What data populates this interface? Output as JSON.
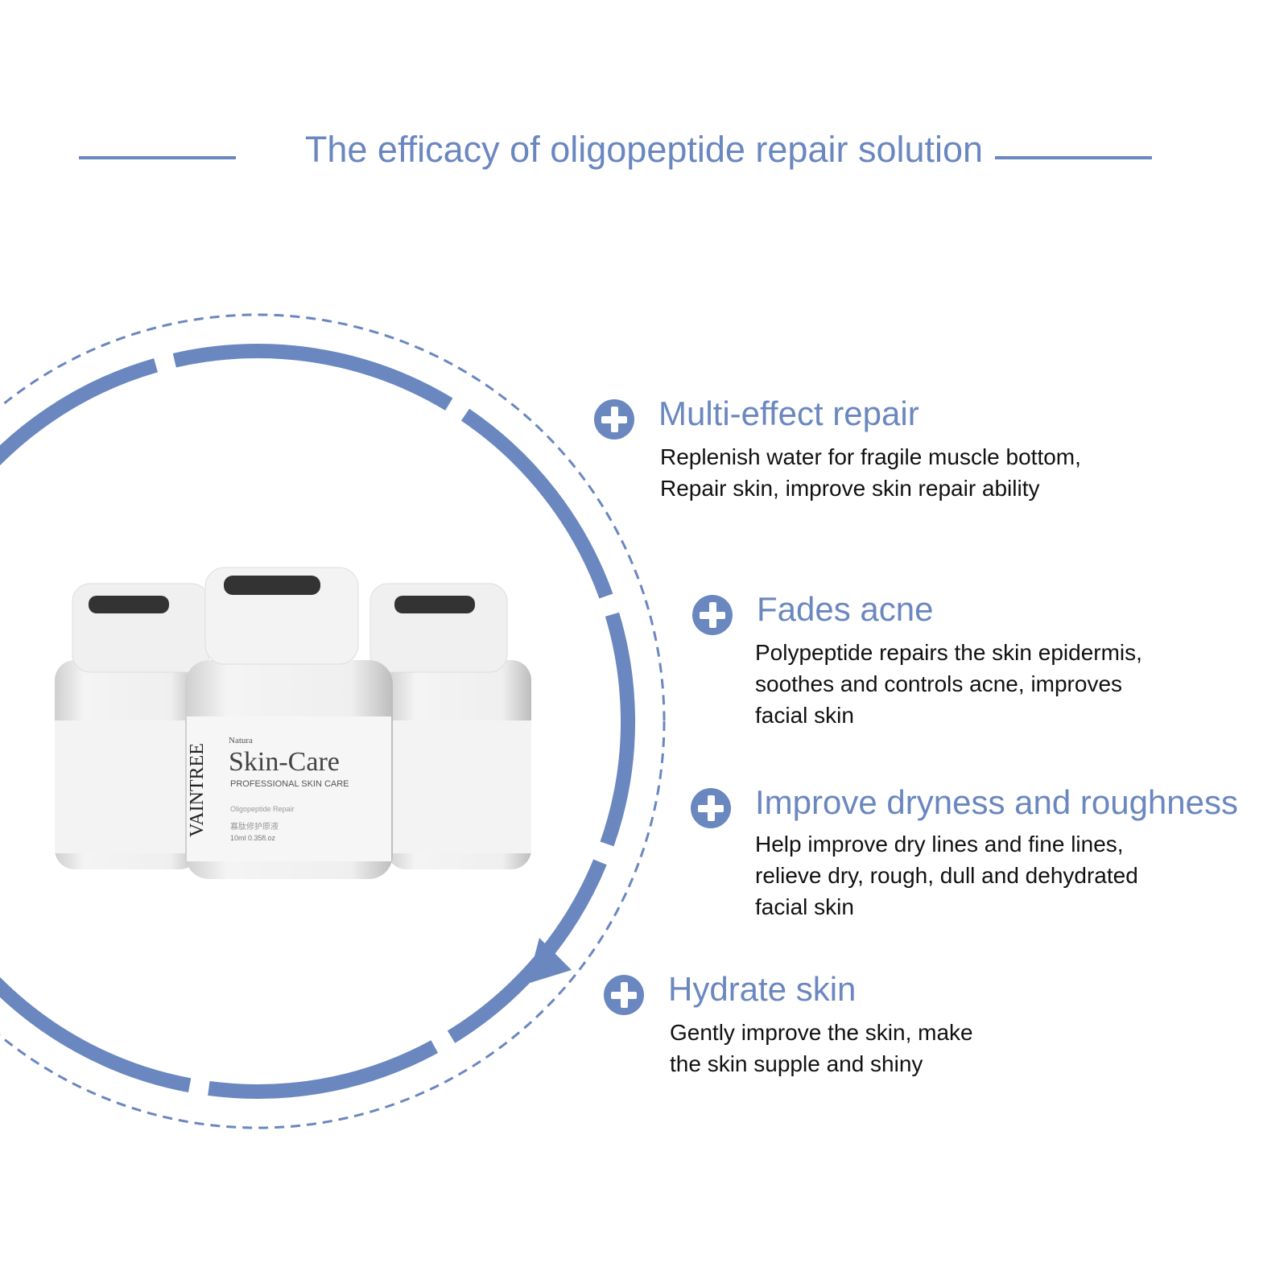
{
  "header": {
    "title": "The efficacy of oligopeptide repair solution"
  },
  "accent_color": "#6a87c0",
  "product": {
    "brand": "VAINTREE",
    "sub_brand": "Natura",
    "name": "Skin-Care",
    "tagline": "PROFESSIONAL SKIN CARE",
    "variant": "Oligopeptide Repair",
    "chinese": "寡肽修护原液",
    "volume": "10ml 0.35fl.oz"
  },
  "features": [
    {
      "title": "Multi-effect repair",
      "lines": [
        "Replenish water for fragile muscle bottom,",
        "Repair skin, improve skin repair ability"
      ]
    },
    {
      "title": "Fades acne",
      "lines": [
        "Polypeptide repairs the skin epidermis,",
        "soothes and controls acne, improves",
        "facial skin"
      ]
    },
    {
      "title": "Improve dryness and roughness",
      "lines": [
        "Help improve dry lines and fine lines,",
        "relieve dry, rough, dull and dehydrated",
        "facial skin"
      ]
    },
    {
      "title": "Hydrate skin",
      "lines": [
        "Gently improve the skin, make",
        "the skin supple and shiny"
      ]
    }
  ]
}
